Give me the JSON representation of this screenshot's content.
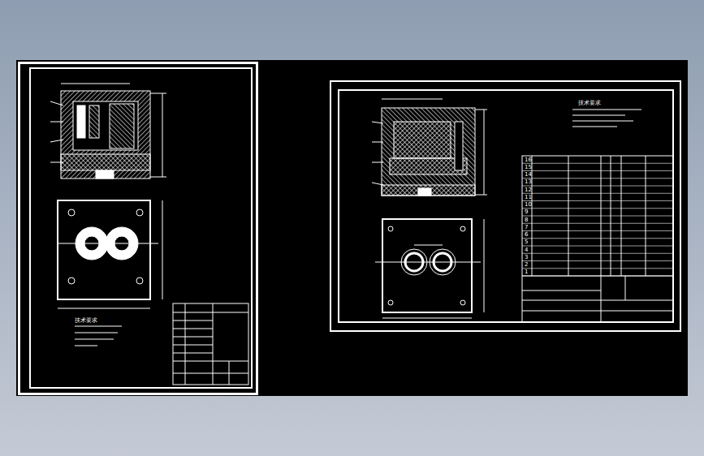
{
  "diagram": {
    "labels": [
      "技术要求",
      "技术要求",
      "16",
      "15",
      "14",
      "13",
      "12",
      "11",
      "10",
      "9",
      "8",
      "7",
      "6",
      "5",
      "4",
      "3",
      "2",
      "1"
    ]
  }
}
